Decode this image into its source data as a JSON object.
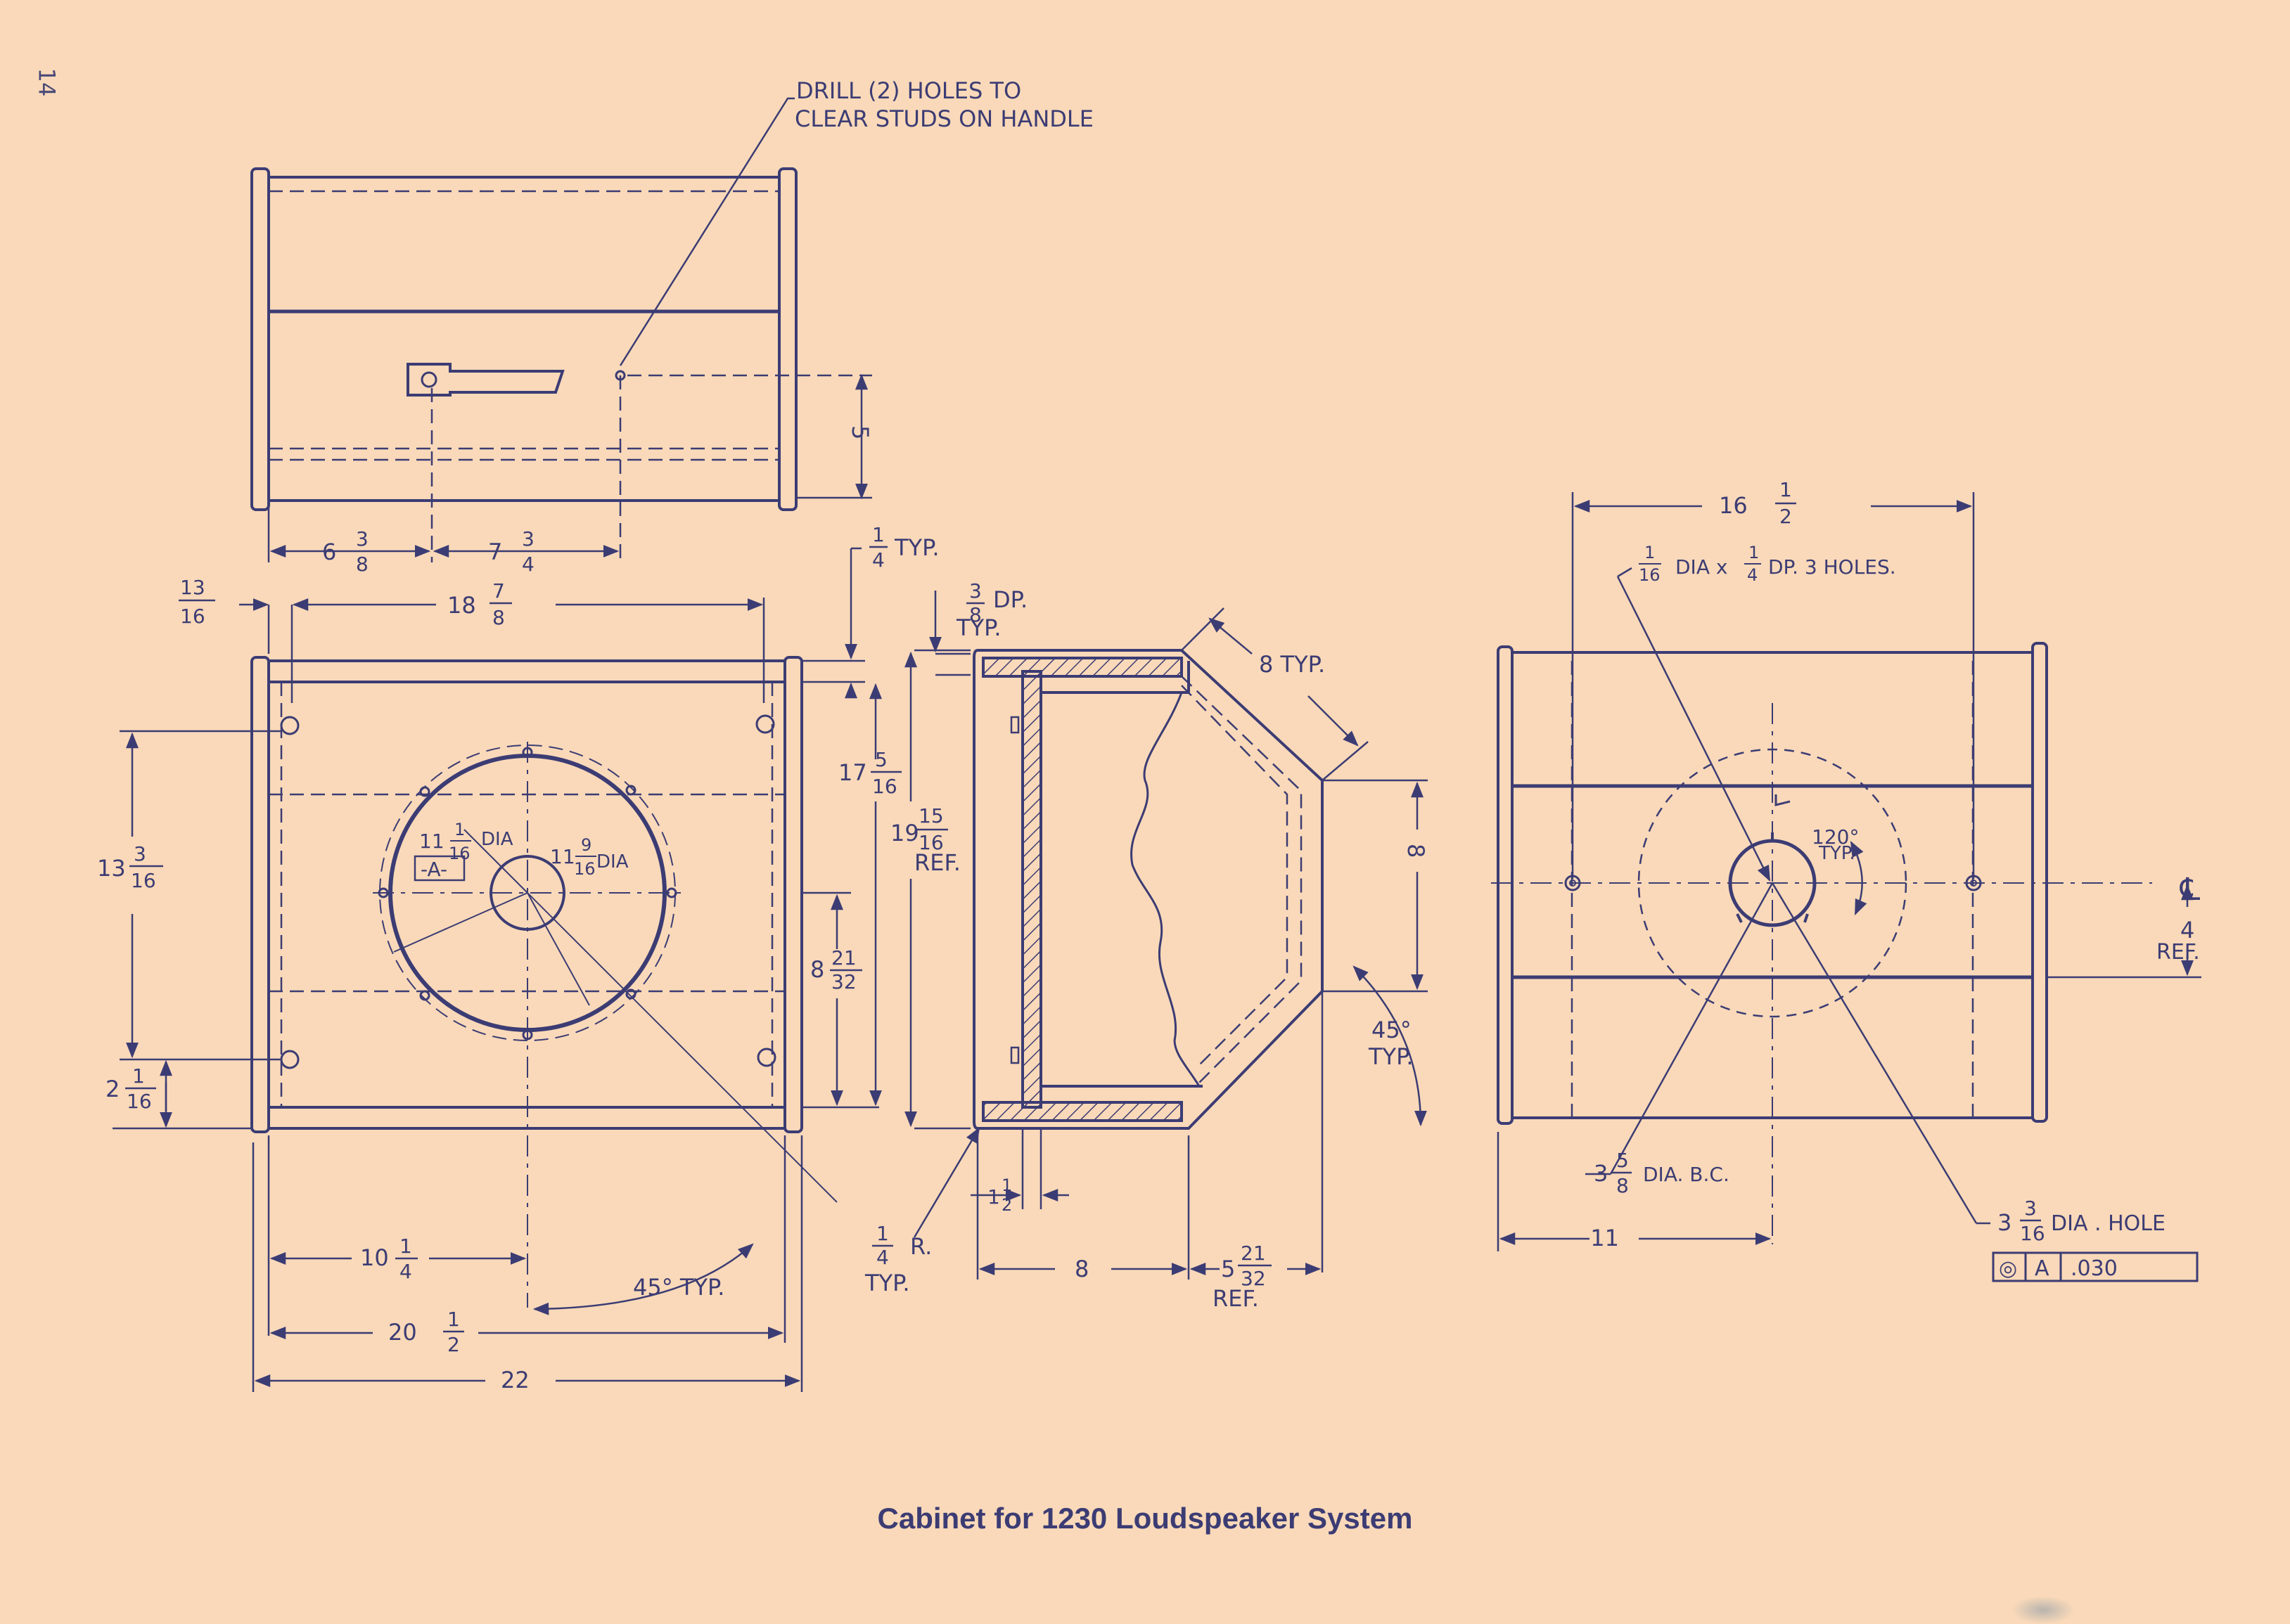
{
  "page": {
    "number": "14",
    "caption": "Cabinet for 1230 Loudspeaker System"
  },
  "colors": {
    "paper": "#f9d9b9",
    "ink": "#3c3c74"
  },
  "top_view": {
    "note_line1": "DRILL (2) HOLES TO",
    "note_line2": "CLEAR STUDS ON HANDLE",
    "dim_height": "5",
    "dim_left_whole": "6",
    "dim_left_num": "3",
    "dim_left_den": "8",
    "dim_mid_whole": "7",
    "dim_mid_num": "3",
    "dim_mid_den": "4"
  },
  "front_view": {
    "dim_offset_num": "13",
    "dim_offset_den": "16",
    "dim_width_whole": "18",
    "dim_width_num": "7",
    "dim_width_den": "8",
    "dim_top_num": "1",
    "dim_top_den": "4",
    "dim_top_suffix": "TYP.",
    "dim_height_left_whole": "13",
    "dim_height_left_num": "3",
    "dim_height_left_den": "16",
    "dim_height_right_whole": "17",
    "dim_height_right_num": "5",
    "dim_height_right_den": "16",
    "dim_center_whole": "8",
    "dim_center_num": "21",
    "dim_center_den": "32",
    "dim_bottom_whole": "2",
    "dim_bottom_num": "1",
    "dim_bottom_den": "16",
    "outer_dia_whole": "11",
    "outer_dia_num": "1",
    "outer_dia_den": "16",
    "outer_dia_suffix": "DIA",
    "inner_dia_whole": "11",
    "inner_dia_num": "9",
    "inner_dia_den": "16",
    "inner_dia_suffix": "DIA",
    "datum_label": "-A-",
    "dim_half_whole": "10",
    "dim_half_num": "1",
    "dim_half_den": "4",
    "dim_inner_whole": "20",
    "dim_inner_num": "1",
    "dim_inner_den": "2",
    "dim_overall": "22",
    "angle_label": "45° TYP."
  },
  "side_view": {
    "groove_num": "3",
    "groove_den": "8",
    "groove_suffix": "DP.",
    "groove_typ": "TYP.",
    "angle_len": "8 TYP.",
    "dim_height_whole": "19",
    "dim_height_num": "15",
    "dim_height_den": "16",
    "dim_height_ref": "REF.",
    "dim_front": "8",
    "angle_label": "45°",
    "angle_typ": "TYP.",
    "radius_num": "1",
    "radius_den": "4",
    "radius_suffix": "R.",
    "radius_typ": "TYP.",
    "panel_whole": "1",
    "panel_num": "1",
    "panel_den": "2",
    "dim_depth": "8",
    "dim_depth2_whole": "5",
    "dim_depth2_num": "21",
    "dim_depth2_den": "32",
    "dim_depth2_ref": "REF."
  },
  "rear_view": {
    "dim_width_whole": "16",
    "dim_width_num": "1",
    "dim_width_den": "2",
    "holes_num_a": "1",
    "holes_den_a": "16",
    "holes_mid": "DIA x",
    "holes_num_b": "1",
    "holes_den_b": "4",
    "holes_suffix": "DP. 3 HOLES.",
    "angle_label": "120°",
    "angle_typ": "TYP.",
    "centerline": "℄",
    "dim_vert": "4",
    "dim_vert_ref": "REF.",
    "bc_whole": "3",
    "bc_num": "5",
    "bc_den": "8",
    "bc_suffix": "DIA. B.C.",
    "hole_whole": "3",
    "hole_num": "3",
    "hole_den": "16",
    "hole_suffix": "DIA . HOLE",
    "dim_bottom": "11",
    "tol_symbol": "◎",
    "tol_datum": "A",
    "tol_value": ".030"
  }
}
